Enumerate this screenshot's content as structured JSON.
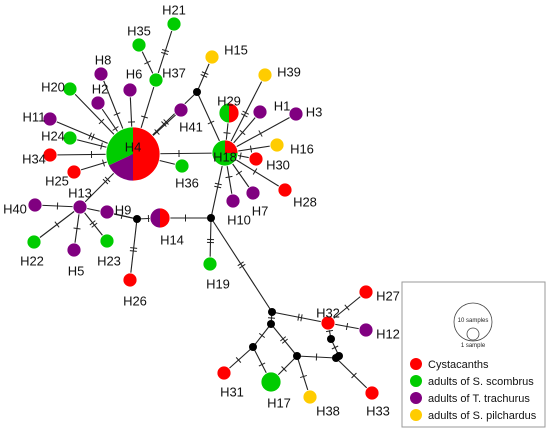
{
  "colors": {
    "cystacanths": "#ff0000",
    "scombrus": "#00cc00",
    "trachurus": "#800080",
    "pilchardus": "#ffcc00",
    "median": "#000000"
  },
  "legend": {
    "scale_large": "10 samples",
    "scale_small": "1 sample",
    "entries": [
      {
        "key": "cystacanths",
        "label": "Cystacanths"
      },
      {
        "key": "scombrus",
        "label": "adults of S. scombrus"
      },
      {
        "key": "trachurus",
        "label": "adults of T. trachurus"
      },
      {
        "key": "pilchardus",
        "label": "adults of S. pilchardus"
      }
    ]
  },
  "haplotypes": [
    {
      "id": "H4",
      "label": "H4",
      "pie": [
        {
          "key": "cystacanths",
          "f": 0.5
        },
        {
          "key": "trachurus",
          "f": 0.18
        },
        {
          "key": "scombrus",
          "f": 0.32
        }
      ]
    },
    {
      "id": "H18",
      "label": "H18",
      "pie": [
        {
          "key": "cystacanths",
          "f": 0.25
        },
        {
          "key": "scombrus",
          "f": 0.75
        }
      ]
    },
    {
      "id": "H29",
      "label": "H29",
      "pie": [
        {
          "key": "cystacanths",
          "f": 0.5
        },
        {
          "key": "scombrus",
          "f": 0.5
        }
      ]
    },
    {
      "id": "H14",
      "label": "H14",
      "pie": [
        {
          "key": "cystacanths",
          "f": 0.5
        },
        {
          "key": "trachurus",
          "f": 0.5
        }
      ]
    },
    {
      "id": "H17",
      "label": "H17",
      "pie": [
        {
          "key": "scombrus",
          "f": 1
        }
      ]
    },
    {
      "id": "H21",
      "label": "H21",
      "pie": [
        {
          "key": "scombrus",
          "f": 1
        }
      ]
    },
    {
      "id": "H35",
      "label": "H35",
      "pie": [
        {
          "key": "scombrus",
          "f": 1
        }
      ]
    },
    {
      "id": "H37",
      "label": "H37",
      "pie": [
        {
          "key": "scombrus",
          "f": 1
        }
      ]
    },
    {
      "id": "H15",
      "label": "H15",
      "pie": [
        {
          "key": "pilchardus",
          "f": 1
        }
      ]
    },
    {
      "id": "H39",
      "label": "H39",
      "pie": [
        {
          "key": "pilchardus",
          "f": 1
        }
      ]
    },
    {
      "id": "H8",
      "label": "H8",
      "pie": [
        {
          "key": "trachurus",
          "f": 1
        }
      ]
    },
    {
      "id": "H2",
      "label": "H2",
      "pie": [
        {
          "key": "trachurus",
          "f": 1
        }
      ]
    },
    {
      "id": "H6",
      "label": "H6",
      "pie": [
        {
          "key": "trachurus",
          "f": 1
        }
      ]
    },
    {
      "id": "H20",
      "label": "H20",
      "pie": [
        {
          "key": "scombrus",
          "f": 1
        }
      ]
    },
    {
      "id": "H41",
      "label": "H41",
      "pie": [
        {
          "key": "trachurus",
          "f": 1
        }
      ]
    },
    {
      "id": "H11",
      "label": "H11",
      "pie": [
        {
          "key": "trachurus",
          "f": 1
        }
      ]
    },
    {
      "id": "H24",
      "label": "H24",
      "pie": [
        {
          "key": "scombrus",
          "f": 1
        }
      ]
    },
    {
      "id": "H34",
      "label": "H34",
      "pie": [
        {
          "key": "cystacanths",
          "f": 1
        }
      ]
    },
    {
      "id": "H25",
      "label": "H25",
      "pie": [
        {
          "key": "cystacanths",
          "f": 1
        }
      ]
    },
    {
      "id": "H36",
      "label": "H36",
      "pie": [
        {
          "key": "scombrus",
          "f": 1
        }
      ]
    },
    {
      "id": "H1",
      "label": "H1",
      "pie": [
        {
          "key": "trachurus",
          "f": 1
        }
      ]
    },
    {
      "id": "H3",
      "label": "H3",
      "pie": [
        {
          "key": "trachurus",
          "f": 1
        }
      ]
    },
    {
      "id": "H16",
      "label": "H16",
      "pie": [
        {
          "key": "pilchardus",
          "f": 1
        }
      ]
    },
    {
      "id": "H30",
      "label": "H30",
      "pie": [
        {
          "key": "cystacanths",
          "f": 1
        }
      ]
    },
    {
      "id": "H28",
      "label": "H28",
      "pie": [
        {
          "key": "cystacanths",
          "f": 1
        }
      ]
    },
    {
      "id": "H7",
      "label": "H7",
      "pie": [
        {
          "key": "trachurus",
          "f": 1
        }
      ]
    },
    {
      "id": "H10",
      "label": "H10",
      "pie": [
        {
          "key": "trachurus",
          "f": 1
        }
      ]
    },
    {
      "id": "H40",
      "label": "H40",
      "pie": [
        {
          "key": "trachurus",
          "f": 1
        }
      ]
    },
    {
      "id": "H13",
      "label": "H13",
      "pie": [
        {
          "key": "trachurus",
          "f": 1
        }
      ]
    },
    {
      "id": "H9",
      "label": "H9",
      "pie": [
        {
          "key": "trachurus",
          "f": 1
        }
      ]
    },
    {
      "id": "H22",
      "label": "H22",
      "pie": [
        {
          "key": "scombrus",
          "f": 1
        }
      ]
    },
    {
      "id": "H5",
      "label": "H5",
      "pie": [
        {
          "key": "trachurus",
          "f": 1
        }
      ]
    },
    {
      "id": "H23",
      "label": "H23",
      "pie": [
        {
          "key": "scombrus",
          "f": 1
        }
      ]
    },
    {
      "id": "H26",
      "label": "H26",
      "pie": [
        {
          "key": "cystacanths",
          "f": 1
        }
      ]
    },
    {
      "id": "H19",
      "label": "H19",
      "pie": [
        {
          "key": "scombrus",
          "f": 1
        }
      ]
    },
    {
      "id": "H32",
      "label": "H32",
      "pie": [
        {
          "key": "cystacanths",
          "f": 1
        }
      ]
    },
    {
      "id": "H27",
      "label": "H27",
      "pie": [
        {
          "key": "cystacanths",
          "f": 1
        }
      ]
    },
    {
      "id": "H12",
      "label": "H12",
      "pie": [
        {
          "key": "trachurus",
          "f": 1
        }
      ]
    },
    {
      "id": "H31",
      "label": "H31",
      "pie": [
        {
          "key": "cystacanths",
          "f": 1
        }
      ]
    },
    {
      "id": "H38",
      "label": "H38",
      "pie": [
        {
          "key": "pilchardus",
          "f": 1
        }
      ]
    },
    {
      "id": "H33",
      "label": "H33",
      "pie": [
        {
          "key": "cystacanths",
          "f": 1
        }
      ]
    }
  ],
  "median_vectors": [
    "mv1",
    "mv2",
    "mv3",
    "mv4",
    "mv5",
    "mv6",
    "mv7",
    "mv8",
    "mv9",
    "mv10"
  ],
  "edges": [
    {
      "a": "H4",
      "b": "H37",
      "m": 1
    },
    {
      "a": "H37",
      "b": "H35",
      "m": 1
    },
    {
      "a": "H37",
      "b": "H21",
      "m": 2
    },
    {
      "a": "H4",
      "b": "H6",
      "m": 1
    },
    {
      "a": "H4",
      "b": "H2",
      "m": 1
    },
    {
      "a": "H4",
      "b": "H8",
      "m": 1
    },
    {
      "a": "H4",
      "b": "H20",
      "m": 1
    },
    {
      "a": "H4",
      "b": "H41",
      "m": 1
    },
    {
      "a": "H4",
      "b": "H11",
      "m": 2
    },
    {
      "a": "H4",
      "b": "H24",
      "m": 1
    },
    {
      "a": "H4",
      "b": "H34",
      "m": 1
    },
    {
      "a": "H4",
      "b": "H25",
      "m": 1
    },
    {
      "a": "H4",
      "b": "H36",
      "m": 1
    },
    {
      "a": "H4",
      "b": "H18",
      "m": 1
    },
    {
      "a": "H4",
      "b": "mv1",
      "m": 2
    },
    {
      "a": "mv1",
      "b": "H15",
      "m": 2
    },
    {
      "a": "mv1",
      "b": "H18",
      "m": 1
    },
    {
      "a": "H18",
      "b": "H29",
      "m": 1
    },
    {
      "a": "H18",
      "b": "H39",
      "m": 2
    },
    {
      "a": "H18",
      "b": "H1",
      "m": 1
    },
    {
      "a": "H18",
      "b": "H3",
      "m": 1
    },
    {
      "a": "H18",
      "b": "H16",
      "m": 1
    },
    {
      "a": "H18",
      "b": "H30",
      "m": 1
    },
    {
      "a": "H18",
      "b": "H28",
      "m": 1
    },
    {
      "a": "H18",
      "b": "H7",
      "m": 1
    },
    {
      "a": "H18",
      "b": "H10",
      "m": 1
    },
    {
      "a": "H4",
      "b": "H13",
      "m": 2
    },
    {
      "a": "H13",
      "b": "H40",
      "m": 1
    },
    {
      "a": "H13",
      "b": "H22",
      "m": 1
    },
    {
      "a": "H13",
      "b": "H5",
      "m": 1
    },
    {
      "a": "H13",
      "b": "H23",
      "m": 2
    },
    {
      "a": "H13",
      "b": "mv2",
      "m": 1
    },
    {
      "a": "mv2",
      "b": "H9",
      "m": 1
    },
    {
      "a": "mv2",
      "b": "H14",
      "m": 1
    },
    {
      "a": "mv2",
      "b": "H26",
      "m": 2
    },
    {
      "a": "H14",
      "b": "mv3",
      "m": 1
    },
    {
      "a": "mv3",
      "b": "H18",
      "m": 2
    },
    {
      "a": "mv3",
      "b": "H19",
      "m": 2
    },
    {
      "a": "mv3",
      "b": "mv4",
      "m": 2
    },
    {
      "a": "mv4",
      "b": "H32",
      "m": 2
    },
    {
      "a": "H32",
      "b": "H27",
      "m": 1
    },
    {
      "a": "H32",
      "b": "H12",
      "m": 1
    },
    {
      "a": "H32",
      "b": "mv10",
      "m": 1
    },
    {
      "a": "mv4",
      "b": "mv5",
      "m": 1
    },
    {
      "a": "mv5",
      "b": "mv6",
      "m": 1
    },
    {
      "a": "mv6",
      "b": "H31",
      "m": 1
    },
    {
      "a": "mv6",
      "b": "H17",
      "m": 1
    },
    {
      "a": "mv5",
      "b": "mv7",
      "m": 2
    },
    {
      "a": "mv7",
      "b": "H17",
      "m": 1
    },
    {
      "a": "mv7",
      "b": "H38",
      "m": 1
    },
    {
      "a": "mv7",
      "b": "mv8",
      "m": 1
    },
    {
      "a": "mv8",
      "b": "mv9",
      "m": 1
    },
    {
      "a": "mv9",
      "b": "mv10",
      "m": 1
    },
    {
      "a": "mv8",
      "b": "H33",
      "m": 1
    }
  ]
}
